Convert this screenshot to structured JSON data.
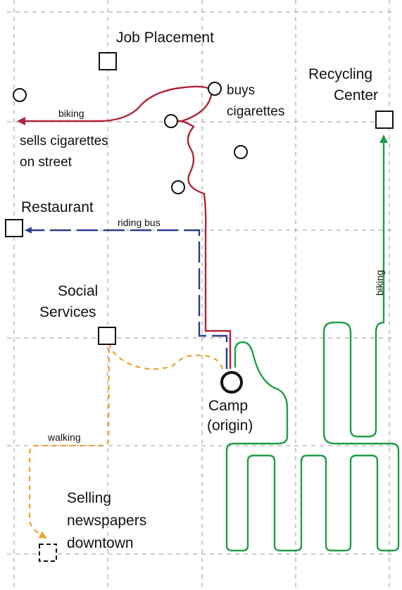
{
  "labels": {
    "job_placement": "Job Placement",
    "recycling_line1": "Recycling",
    "recycling_line2": "Center",
    "buys_line1": "buys",
    "buys_line2": "cigarettes",
    "sells_line1": "sells cigarettes",
    "sells_line2": "on street",
    "restaurant": "Restaurant",
    "social_line1": "Social",
    "social_line2": "Services",
    "camp_line1": "Camp",
    "camp_line2": "(origin)",
    "newspapers_line1": "Selling",
    "newspapers_line2": "newspapers",
    "newspapers_line3": "downtown"
  },
  "routes": {
    "biking_top": "biking",
    "riding_bus": "riding bus",
    "walking": "walking",
    "biking_right": "biking"
  },
  "colors": {
    "biking_red": "#b0243a",
    "bus_blue": "#2b3a8e",
    "walking_orange": "#f0a030",
    "biking_green": "#1f9e45",
    "grid": "#999999"
  }
}
